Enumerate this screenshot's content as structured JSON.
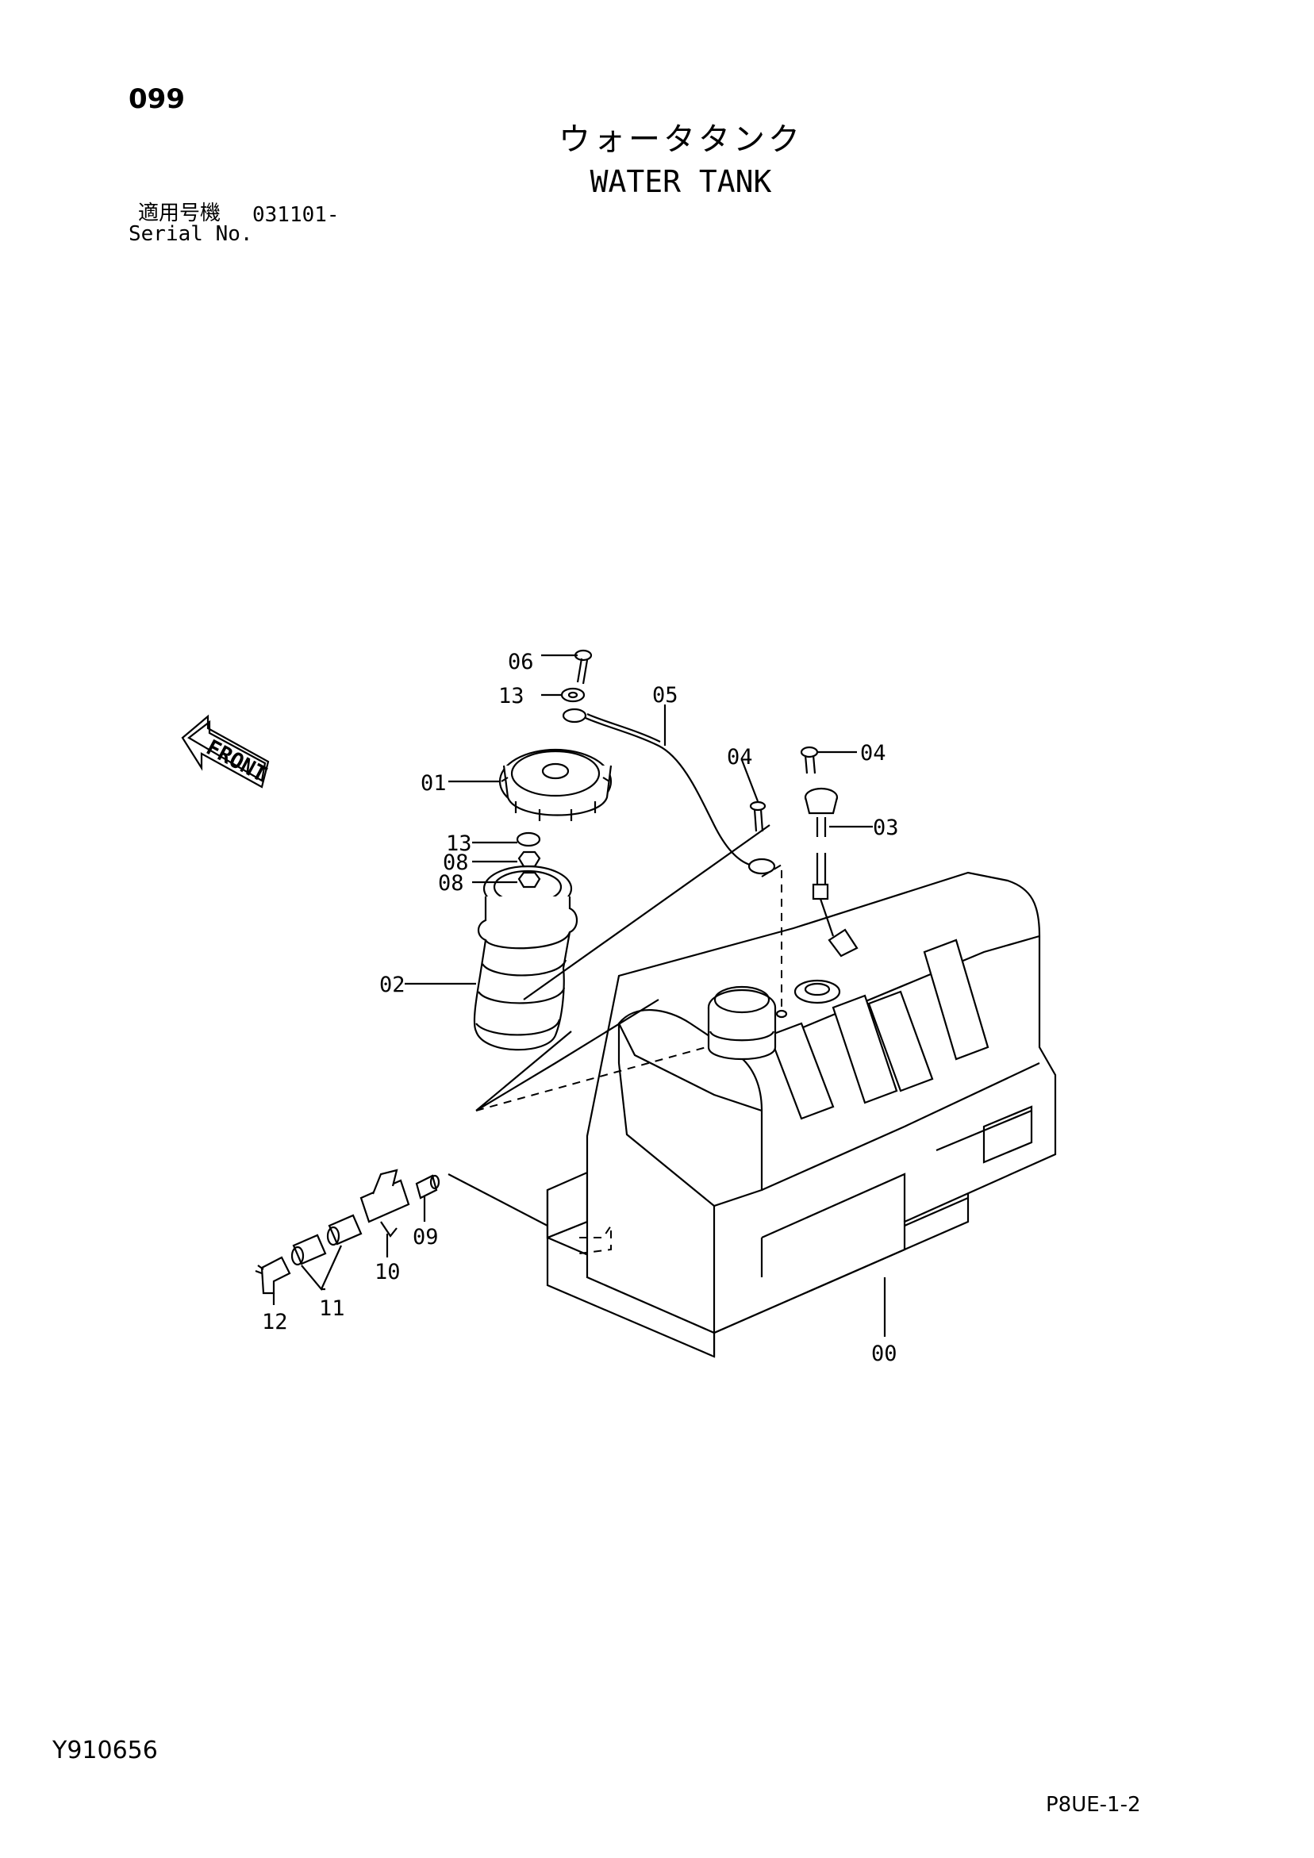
{
  "page_number": "099",
  "title_jp": "ウォータタンク",
  "title_en": "WATER TANK",
  "serial": {
    "label_jp": "適用号機",
    "value": "031101-",
    "label_en": "Serial No."
  },
  "front_label": "FRONT",
  "callouts": {
    "c00": "00",
    "c01": "01",
    "c02": "02",
    "c03": "03",
    "c04a": "04",
    "c04b": "04",
    "c05": "05",
    "c06": "06",
    "c08a": "08",
    "c08b": "08",
    "c09": "09",
    "c10": "10",
    "c11": "11",
    "c12": "12",
    "c13a": "13",
    "c13b": "13"
  },
  "figure_number": "Y910656",
  "sheet_reference": "P8UE-1-2"
}
